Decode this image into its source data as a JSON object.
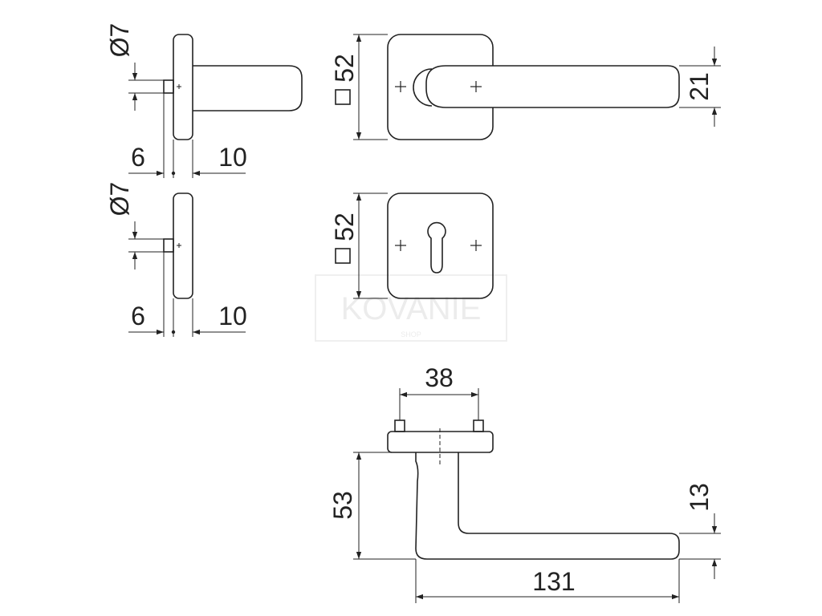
{
  "dimensions": {
    "top_side_pin_diameter": "Ø7",
    "top_side_left": "6",
    "top_side_right": "10",
    "bottom_side_pin_diameter": "Ø7",
    "bottom_side_left": "6",
    "bottom_side_right": "10",
    "top_rose_square": "52",
    "handle_thickness": "21",
    "escutcheon_square": "52",
    "screw_spacing": "38",
    "handle_height": "53",
    "lever_height": "13",
    "lever_length": "131"
  },
  "watermark": {
    "brand": "KOVANIE",
    "sub": "SHOP"
  }
}
